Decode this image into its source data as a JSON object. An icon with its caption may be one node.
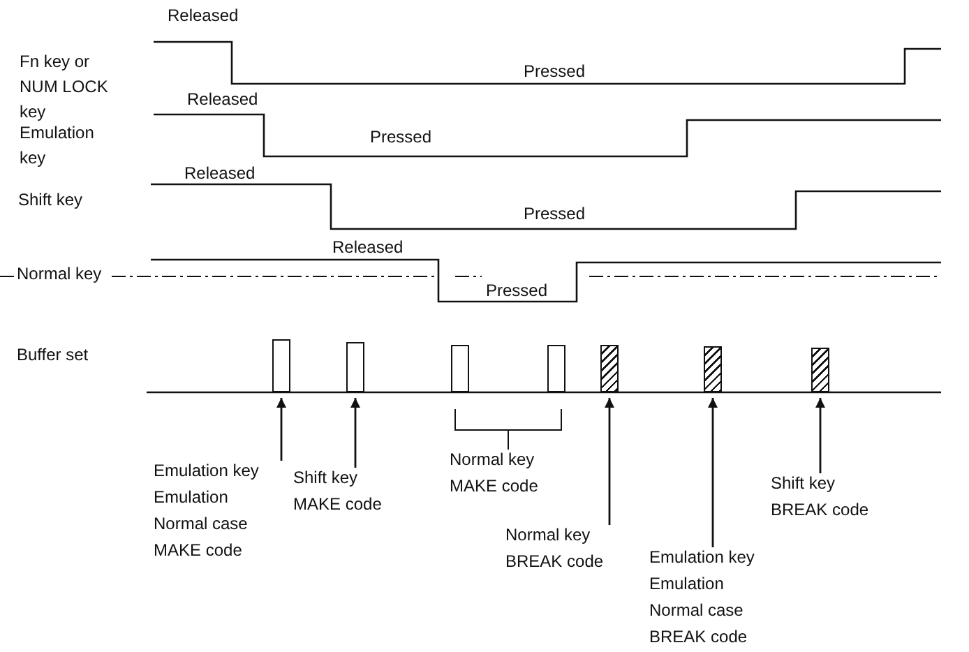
{
  "diagram": {
    "nodes": [
      {
        "text": [],
        "shape": "bar"
      },
      {
        "text": [],
        "shape": "bar"
      },
      {
        "text": [],
        "shape": "bar"
      },
      {
        "text": [],
        "shape": "bar"
      },
      {
        "text": [],
        "shape": "bar"
      },
      {
        "text": [],
        "shape": "bar"
      },
      {
        "text": [],
        "shape": "bar"
      },
      {
        "text": [
          "Emulation key Emulation Normal case MAKE code"
        ]
      },
      {
        "text": [
          "Shift key MAKE code"
        ]
      },
      {
        "text": [
          "Normal key BREAK code"
        ]
      },
      {
        "text": [
          "Emulation key Emulation Normal case BREAK code"
        ]
      },
      {
        "text": [
          "Shift key BREAK code"
        ]
      }
    ],
    "edges": [
      {
        "from": 7,
        "to": 0,
        "arrow": "to"
      },
      {
        "from": 8,
        "to": 1,
        "arrow": "to"
      },
      {
        "from": 9,
        "to": 4,
        "arrow": "to"
      },
      {
        "from": 10,
        "to": 5,
        "arrow": "to"
      },
      {
        "from": 11,
        "to": 6,
        "arrow": "to"
      }
    ],
    "labels": [
      "Released",
      "Fn key or NUM LOCK key",
      "Pressed",
      "Released",
      "Emulation key",
      "Pressed",
      "Released",
      "Shift key",
      "Pressed",
      "Released",
      "Normal key",
      "Pressed",
      "Buffer set",
      "Normal key MAKE code"
    ]
  }
}
